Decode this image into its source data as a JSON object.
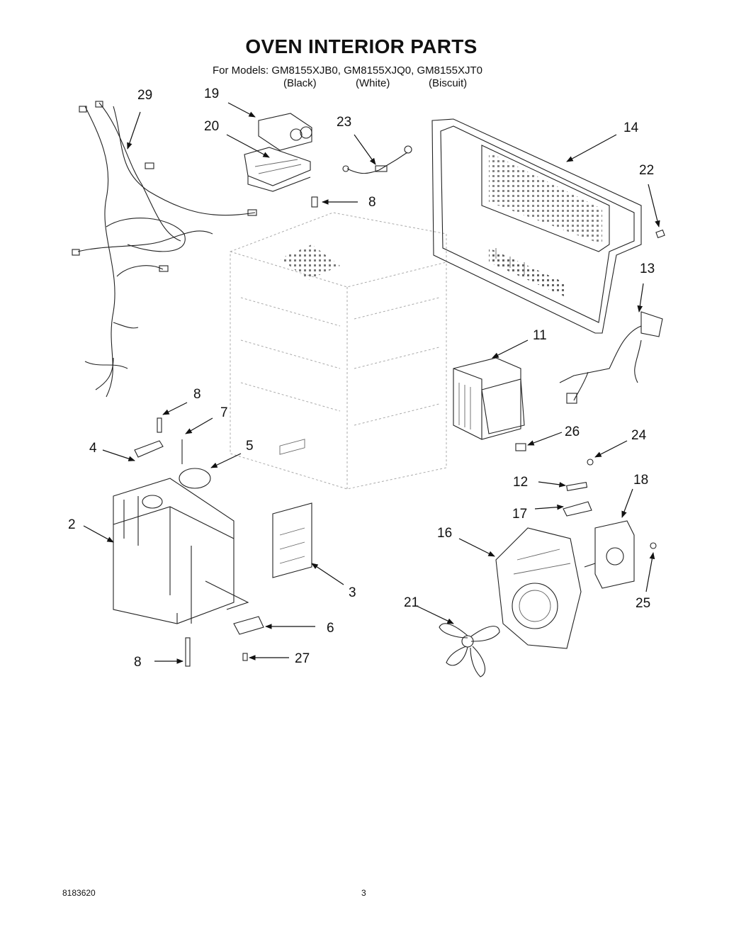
{
  "title": "OVEN INTERIOR PARTS",
  "models_line": "For Models: GM8155XJB0, GM8155XJQ0, GM8155XJT0",
  "colors": [
    "(Black)",
    "(White)",
    "(Biscuit)"
  ],
  "callouts": [
    "29",
    "19",
    "20",
    "23",
    "14",
    "22",
    "8",
    "13",
    "11",
    "8",
    "7",
    "5",
    "4",
    "26",
    "24",
    "12",
    "18",
    "17",
    "2",
    "16",
    "3",
    "21",
    "25",
    "6",
    "8",
    "27"
  ],
  "footer": {
    "doc_number": "8183620",
    "page_number": "3"
  }
}
